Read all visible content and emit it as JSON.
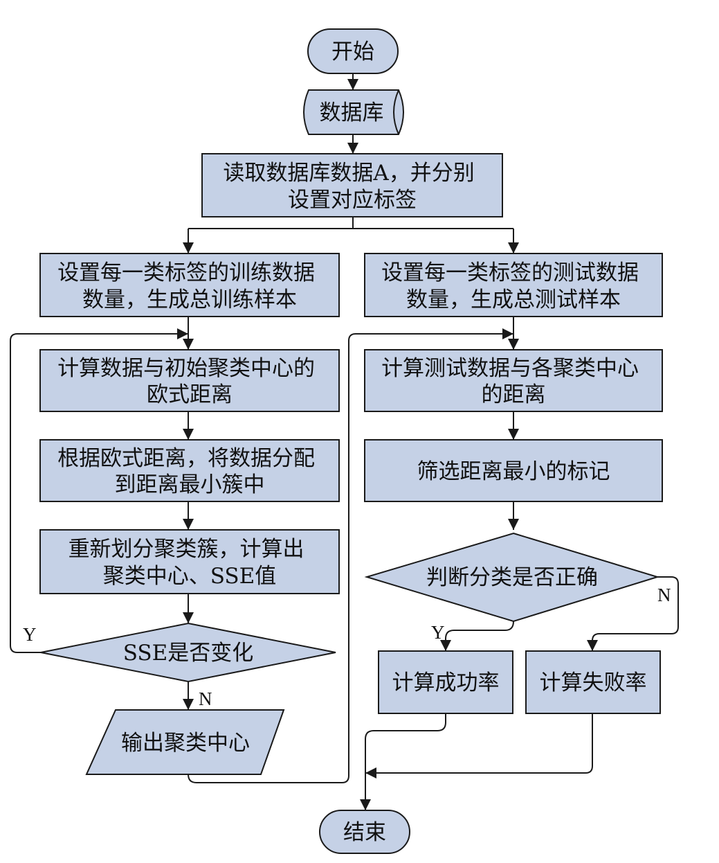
{
  "nodes": {
    "start": {
      "lines": [
        "开始"
      ]
    },
    "database": {
      "lines": [
        "数据库"
      ]
    },
    "read_data": {
      "lines": [
        "读取数据库数据A，并分别",
        "设置对应标签"
      ]
    },
    "train_set": {
      "lines": [
        "设置每一类标签的训练数据",
        "数量，生成总训练样本"
      ]
    },
    "test_set": {
      "lines": [
        "设置每一类标签的测试数据",
        "数量，生成总测试样本"
      ]
    },
    "calc_distance": {
      "lines": [
        "计算数据与初始聚类中心的",
        "欧式距离"
      ]
    },
    "assign": {
      "lines": [
        "根据欧式距离，将数据分配",
        "到距离最小簇中"
      ]
    },
    "recluster": {
      "lines": [
        "重新划分聚类簇，计算出",
        "聚类中心、SSE值"
      ]
    },
    "sse_decision": {
      "lines": [
        "SSE是否变化"
      ]
    },
    "output_centers": {
      "lines": [
        "输出聚类中心"
      ]
    },
    "test_distance": {
      "lines": [
        "计算测试数据与各聚类中心",
        "的距离"
      ]
    },
    "min_mark": {
      "lines": [
        "筛选距离最小的标记"
      ]
    },
    "judge": {
      "lines": [
        "判断分类是否正确"
      ]
    },
    "success_rate": {
      "lines": [
        "计算成功率"
      ]
    },
    "failure_rate": {
      "lines": [
        "计算失败率"
      ]
    },
    "end": {
      "lines": [
        "结束"
      ]
    }
  },
  "branch_labels": {
    "sse_yes": "Y",
    "sse_no": "N",
    "judge_yes": "Y",
    "judge_no": "N"
  }
}
